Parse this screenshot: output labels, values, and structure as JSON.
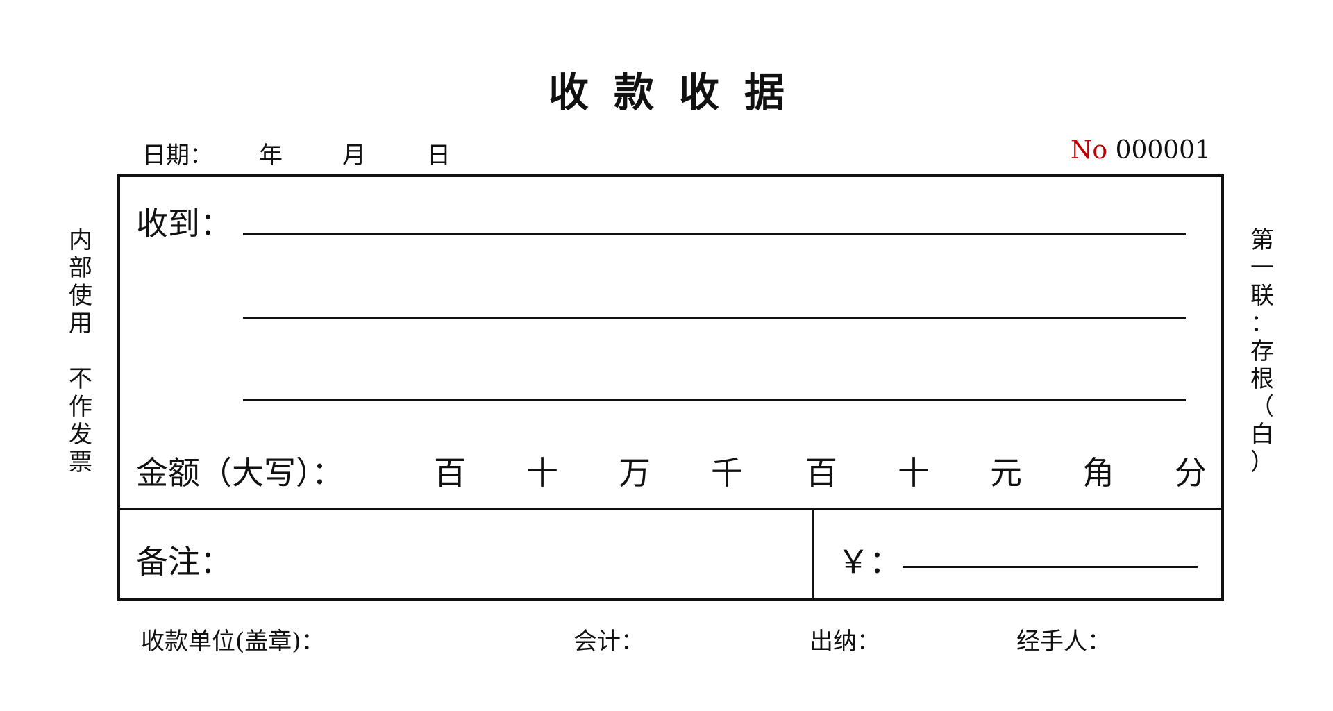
{
  "title": "收款收据",
  "date": {
    "label": "日期：",
    "year": "年",
    "month": "月",
    "day": "日"
  },
  "serial": {
    "prefix": "No",
    "number": "000001",
    "prefix_color": "#c00000"
  },
  "side_left": [
    "内",
    "部",
    "使",
    "用",
    " ",
    "不",
    "作",
    "发",
    "票"
  ],
  "side_right": [
    "第",
    "一",
    "联",
    "：",
    "存",
    "根",
    "（",
    "白",
    "）"
  ],
  "received": {
    "label": "收到："
  },
  "amount": {
    "label": "金额（大写）：",
    "units": [
      "百",
      "十",
      "万",
      "千",
      "百",
      "十",
      "元",
      "角",
      "分"
    ]
  },
  "remark": {
    "label": "备注："
  },
  "yuan": {
    "label": "￥："
  },
  "footer": {
    "payee_unit": "收款单位(盖章)：",
    "accountant": "会计：",
    "cashier": "出纳：",
    "handler": "经手人："
  }
}
